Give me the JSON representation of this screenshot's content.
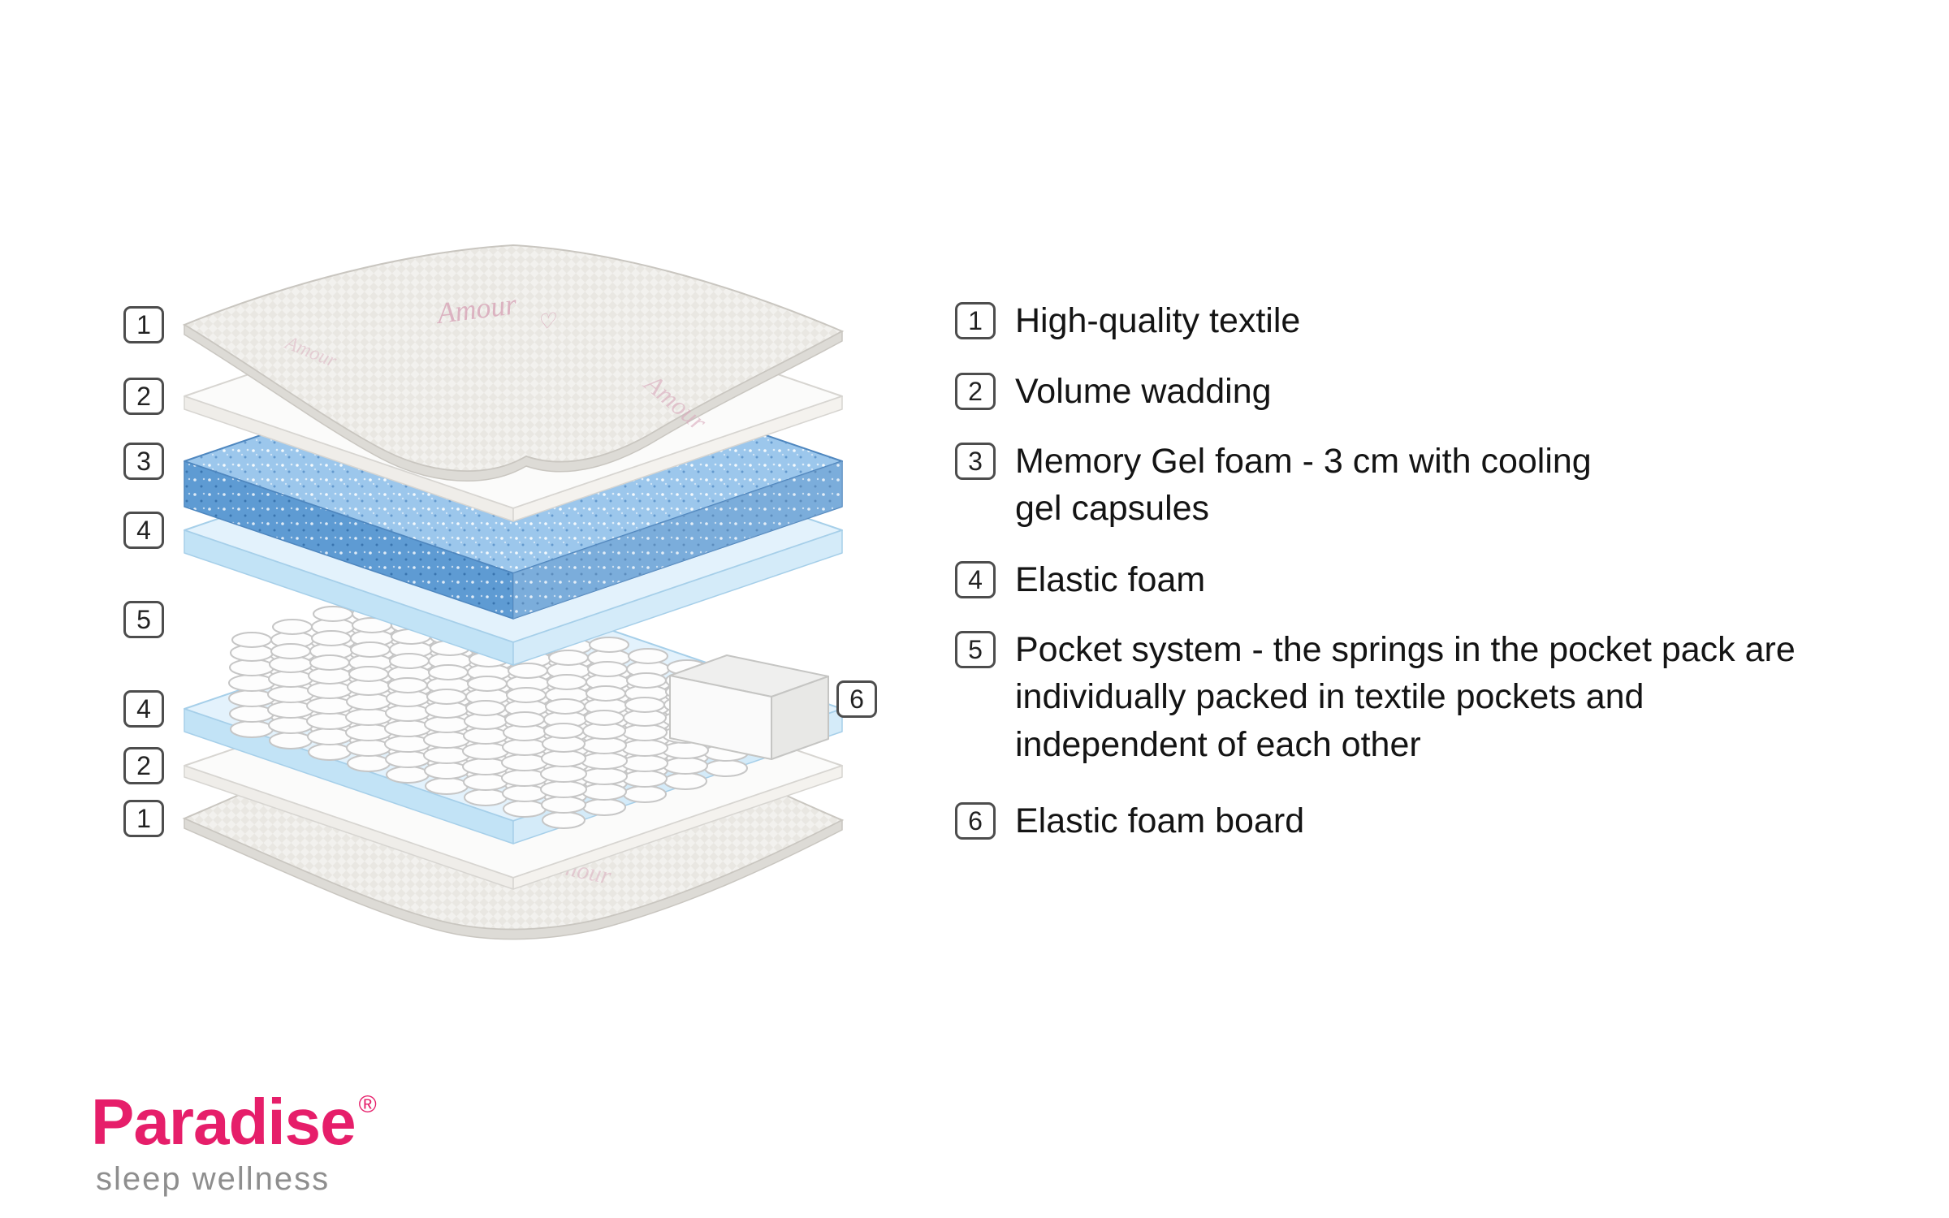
{
  "diagram": {
    "left_markers": [
      "1",
      "2",
      "3",
      "4",
      "5",
      "4",
      "2",
      "1"
    ],
    "board_marker": "6",
    "fabric_text": "Amour",
    "fabric_heart": "♡"
  },
  "legend": {
    "items": [
      {
        "num": "1",
        "text": "High-quality textile"
      },
      {
        "num": "2",
        "text": "Volume wadding"
      },
      {
        "num": "3",
        "text": "Memory Gel foam - 3 cm with cooling\ngel capsules"
      },
      {
        "num": "4",
        "text": "Elastic foam"
      },
      {
        "num": "5",
        "text": "Pocket system - the springs in the pocket pack are\nindividually packed in textile pockets and\nindependent of each other"
      },
      {
        "num": "6",
        "text": "Elastic foam board"
      }
    ]
  },
  "brand": {
    "name": "Paradise",
    "registered": "®",
    "tagline": "sleep wellness",
    "accent_color": "#e61e6a"
  },
  "colors": {
    "memory_gel_blue": "#5e9bd3",
    "elastic_foam_blue": "#d4ebf9",
    "marker_border": "#4d4d4d"
  }
}
